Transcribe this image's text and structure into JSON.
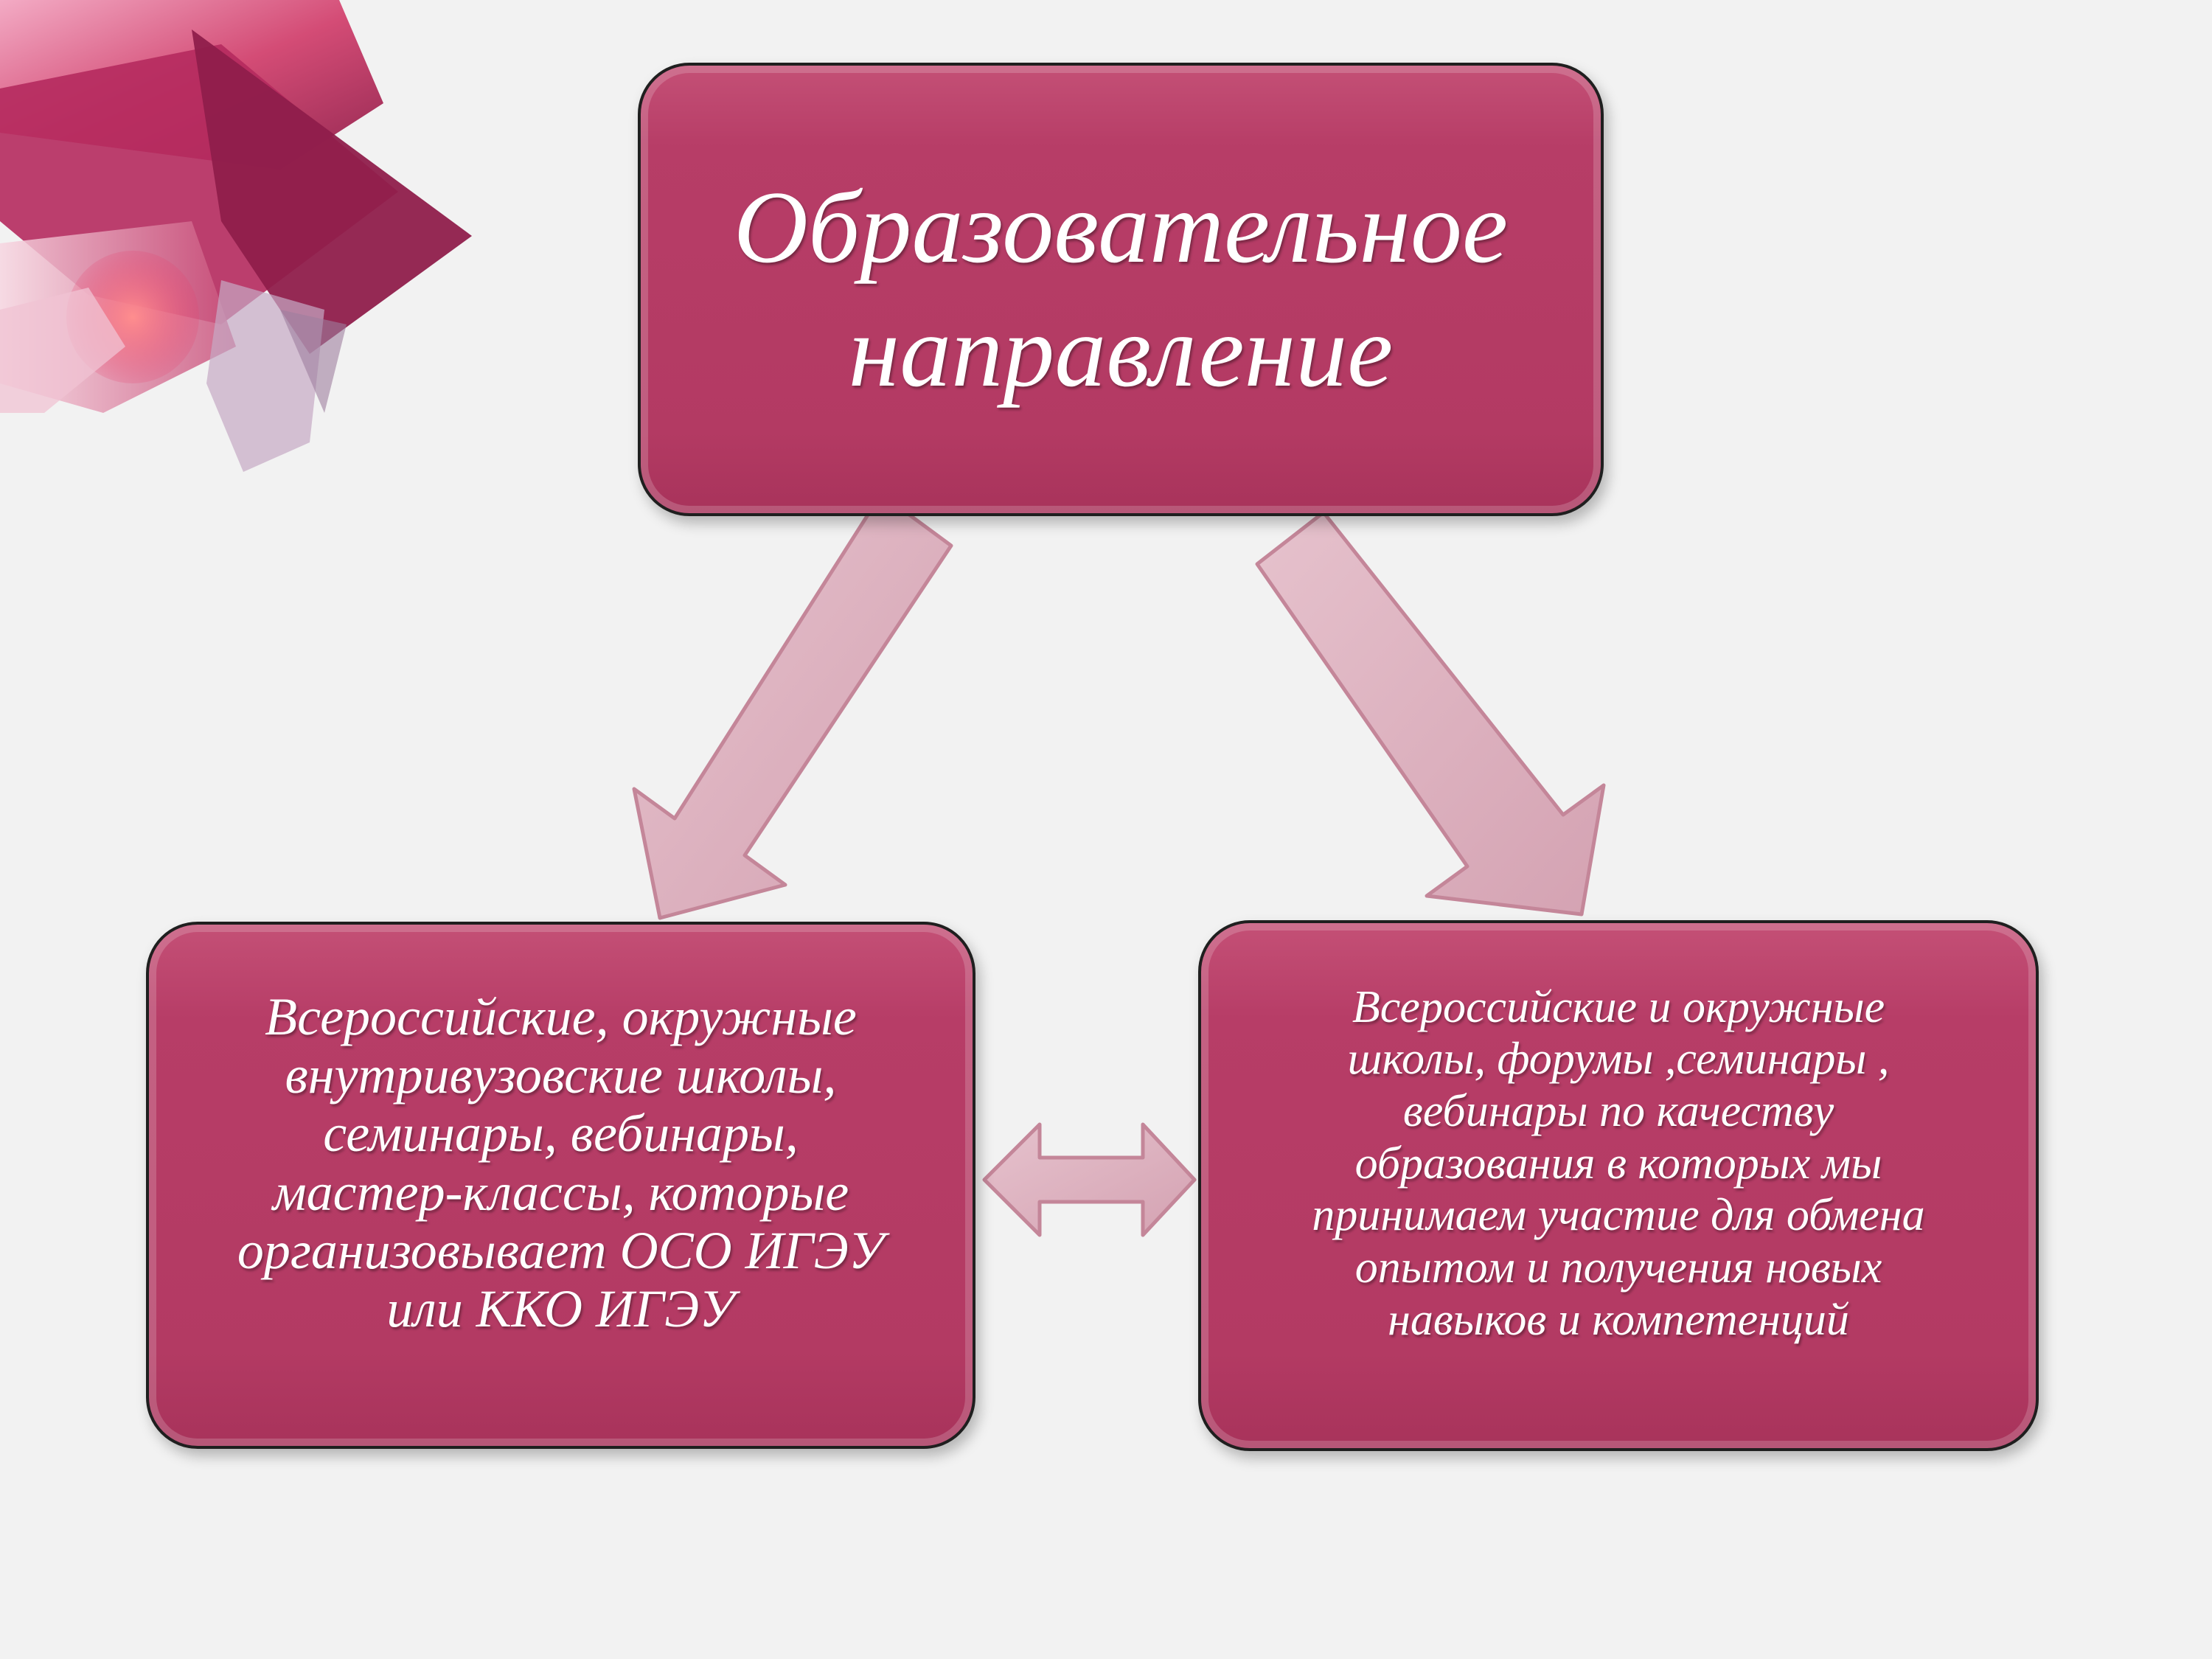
{
  "diagram": {
    "top_node": {
      "label": "Образовательное\nнаправление"
    },
    "left_node": {
      "label": "Всероссийские,  окружные\nвнутривузовские  школы,\nсеминары, вебинары,\nмастер-классы, которые\nорганизовывает ОСО ИГЭУ\nили ККО ИГЭУ"
    },
    "right_node": {
      "label": "Всероссийские и  окружные\nшколы, форумы ,семинары ,\nвебинары по качеству\nобразования  в которых мы\nпринимаем участие для обмена\nопытом и получения новых\nнавыков и компетенций"
    },
    "connectors": [
      {
        "from": "top_node",
        "to": "left_node",
        "style": "single-arrow"
      },
      {
        "from": "top_node",
        "to": "right_node",
        "style": "single-arrow"
      },
      {
        "from": "left_node",
        "to": "right_node",
        "style": "double-arrow"
      }
    ]
  },
  "colors": {
    "background": "#f2f2f2",
    "node_fill": "#b73d67",
    "node_border": "#1f1f1f",
    "node_text": "#ffffff",
    "arrow_fill": "#dbb0bd",
    "arrow_stroke": "#c98a9f",
    "decor_magenta": "#a8245a",
    "decor_pink": "#e87aa0"
  }
}
